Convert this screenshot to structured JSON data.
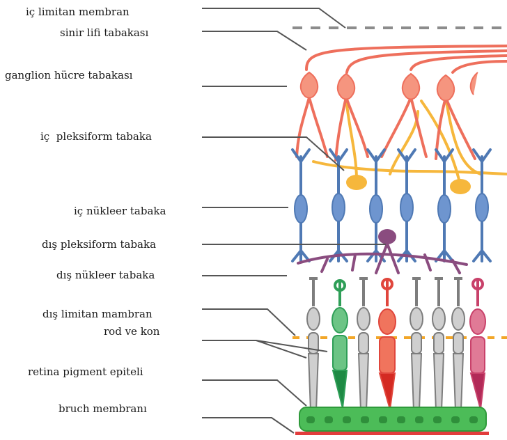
{
  "labels": {
    "ic_limitan_membran": "iç limitan membran",
    "sinir_lifi": "sinir lifi tabakası",
    "ganglion": "ganglion hücre tabakası",
    "ic_pleksiform": "iç  pleksiform tabaka",
    "ic_nukleer": "iç nükleer tabaka",
    "dis_pleksiform": "dış pleksiform tabaka",
    "dis_nukleer": "dış nükleer tabaka",
    "dis_limitan": "dış limitan mambran",
    "rod_kon": "rod ve kon",
    "rpe": "retina pigment epiteli",
    "bruch": "bruch membranı"
  },
  "colors": {
    "ganglion": "#ee6f5c",
    "ganglion_fill": "#f5957f",
    "amacrine": "#f6b73c",
    "bipolar": "#4f79b4",
    "horizontal": "#8a4c7f",
    "rod": "#7d7d7d",
    "rod_fill": "#cfcfcf",
    "cone_green": "#2e9e57",
    "cone_red": "#e0463c",
    "cone_pink": "#c8416a",
    "rpe": "#4cbc58",
    "bruch": "#e23c3c",
    "limitan": "#8c8c8c",
    "outer_limitan": "#f2a628"
  }
}
